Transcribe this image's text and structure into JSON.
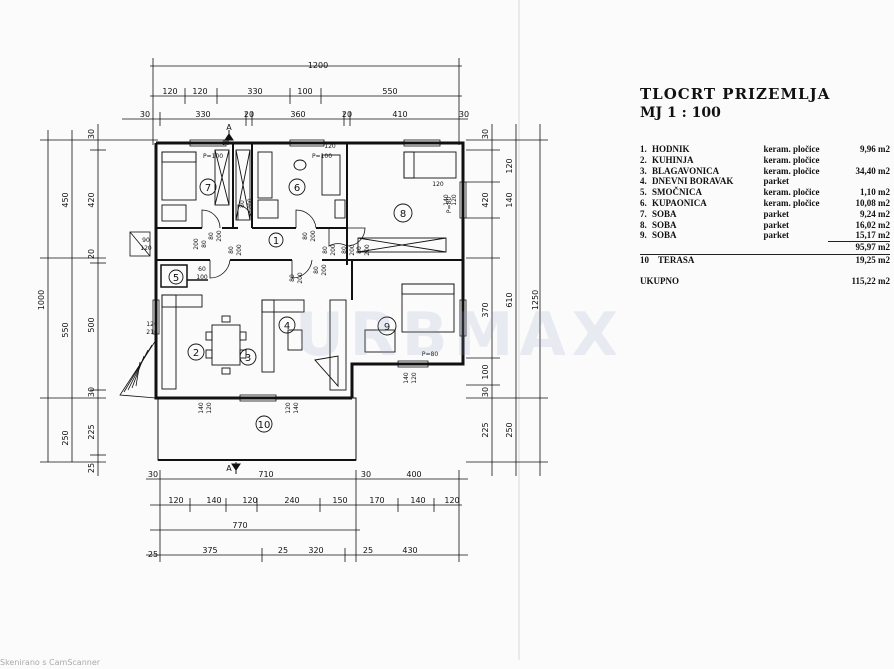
{
  "legend": {
    "title": "TLOCRT PRIZEMLJA",
    "scale": "MJ 1 : 100",
    "rooms": [
      {
        "num": "1.",
        "name": "HODNIK",
        "material": "keram. pločice",
        "area": "9,96 m2"
      },
      {
        "num": "2.",
        "name": "KUHINJA",
        "material": "keram. pločice",
        "area": ""
      },
      {
        "num": "3.",
        "name": "BLAGAVONICA",
        "material": "keram. pločice",
        "area": "34,40 m2"
      },
      {
        "num": "4.",
        "name": "DNEVNI BORAVAK",
        "material": "parket",
        "area": ""
      },
      {
        "num": "5.",
        "name": "SMOČNICA",
        "material": "keram. pločice",
        "area": "1,10 m2"
      },
      {
        "num": "6.",
        "name": "KUPAONICA",
        "material": "keram. pločice",
        "area": "10,08 m2"
      },
      {
        "num": "7.",
        "name": "SOBA",
        "material": "parket",
        "area": "9,24 m2"
      },
      {
        "num": "8.",
        "name": "SOBA",
        "material": "parket",
        "area": "16,02 m2"
      },
      {
        "num": "9.",
        "name": "SOBA",
        "material": "parket",
        "area": "15,17 m2"
      }
    ],
    "subtotal": "95,97 m2",
    "terasa": {
      "num": "10",
      "name": "TERASA",
      "area": "19,25 m2"
    },
    "total": {
      "label": "UKUPNO",
      "area": "115,22 m2"
    }
  },
  "plan": {
    "room_numbers": [
      "1",
      "2",
      "3",
      "4",
      "5",
      "6",
      "7",
      "8",
      "9",
      "10"
    ],
    "top_dims_1": [
      "1200"
    ],
    "top_dims_2": [
      "120",
      "120",
      "330",
      "100",
      "550"
    ],
    "top_dims_3": [
      "30",
      "330",
      "20",
      "360",
      "20",
      "410",
      "30"
    ],
    "bottom_dims_1": [
      "30",
      "710",
      "30",
      "400"
    ],
    "bottom_dims_2": [
      "120",
      "140",
      "120",
      "240",
      "150",
      "170",
      "140",
      "120"
    ],
    "bottom_dims_3": [
      "770"
    ],
    "bottom_dims_4": [
      "25",
      "375",
      "25",
      "320",
      "25",
      "430"
    ],
    "left_dims_1": [
      "1000"
    ],
    "left_dims_2": [
      "450",
      "550"
    ],
    "left_dims_3": [
      "30",
      "420",
      "20",
      "500",
      "30",
      "250",
      "225",
      "25"
    ],
    "right_dims_1": [
      "1250"
    ],
    "right_dims_2": [
      "610"
    ],
    "right_dims_3": [
      "30",
      "120",
      "140",
      "420",
      "370",
      "100",
      "30",
      "225",
      "250"
    ],
    "door_labels": [
      "80",
      "200",
      "80",
      "200",
      "80",
      "200",
      "80",
      "200",
      "80",
      "200",
      "80",
      "200",
      "80",
      "200"
    ],
    "window_labels": [
      "140",
      "120",
      "120",
      "140",
      "120",
      "210",
      "120",
      "90",
      "120",
      "60",
      "100"
    ],
    "note_labels": [
      "P=100",
      "P=100",
      "P=80",
      "P=80"
    ],
    "section_marks": [
      "A",
      "A"
    ],
    "side_labels": [
      "90",
      "120"
    ],
    "window_labels_b": [
      "140",
      "120",
      "120",
      "140"
    ],
    "door_labels_b": [
      "80",
      "200",
      "80",
      "200",
      "80",
      "200"
    ]
  },
  "watermark": "URBMAX",
  "footer": "Skenirano s CamScanner"
}
